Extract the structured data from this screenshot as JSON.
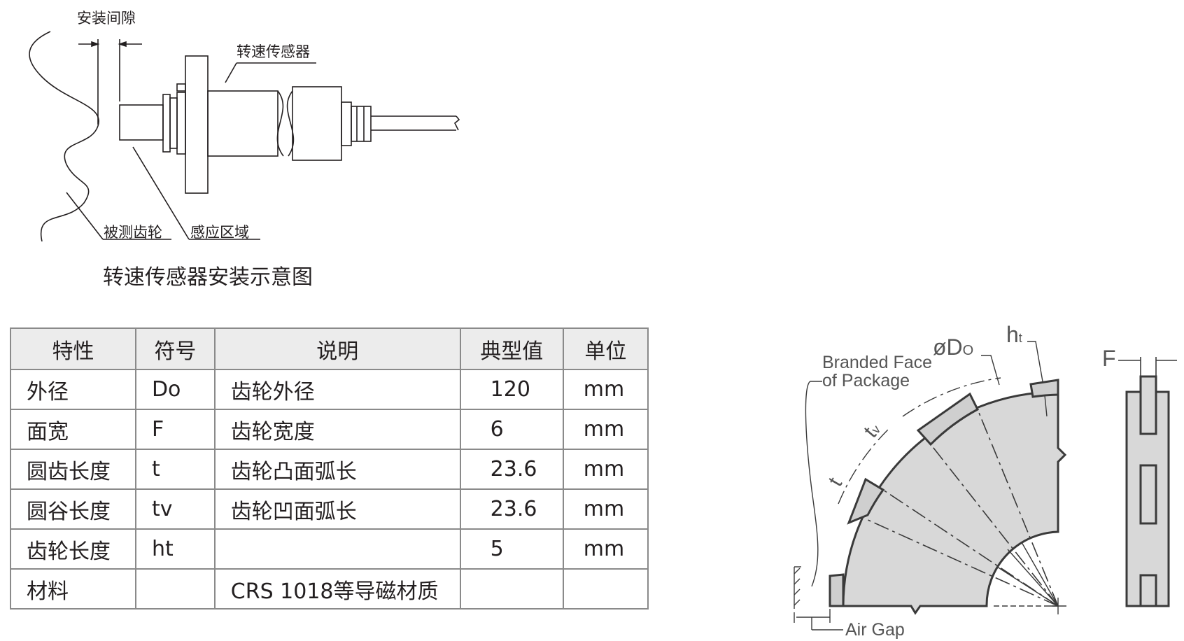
{
  "install_diagram": {
    "label_gap": "安装间隙",
    "label_sensor": "转速传感器",
    "label_gear": "被测齿轮",
    "label_zone": "感应区域",
    "caption": "转速传感器安装示意图"
  },
  "spec_table": {
    "headers": [
      "特性",
      "符号",
      "说明",
      "典型值",
      "单位"
    ],
    "rows": [
      [
        "外径",
        "Do",
        "齿轮外径",
        "120",
        "mm"
      ],
      [
        "面宽",
        "F",
        "齿轮宽度",
        "6",
        "mm"
      ],
      [
        "圆齿长度",
        "t",
        "齿轮凸面弧长",
        "23.6",
        "mm"
      ],
      [
        "圆谷长度",
        "tv",
        "齿轮凹面弧长",
        "23.6",
        "mm"
      ],
      [
        "齿轮长度",
        "ht",
        "",
        "5",
        "mm"
      ],
      [
        "材料",
        "",
        "CRS 1018等导磁材质",
        "",
        ""
      ]
    ]
  },
  "gear_diagram": {
    "branded_face_1": "Branded Face",
    "branded_face_2": "of Package",
    "air_gap": "Air Gap",
    "diameter": "øD",
    "diameter_sub": "O",
    "ht": "h",
    "ht_sub": "t",
    "t": "t",
    "tv": "t",
    "tv_sub": "v",
    "face_width": "F"
  }
}
